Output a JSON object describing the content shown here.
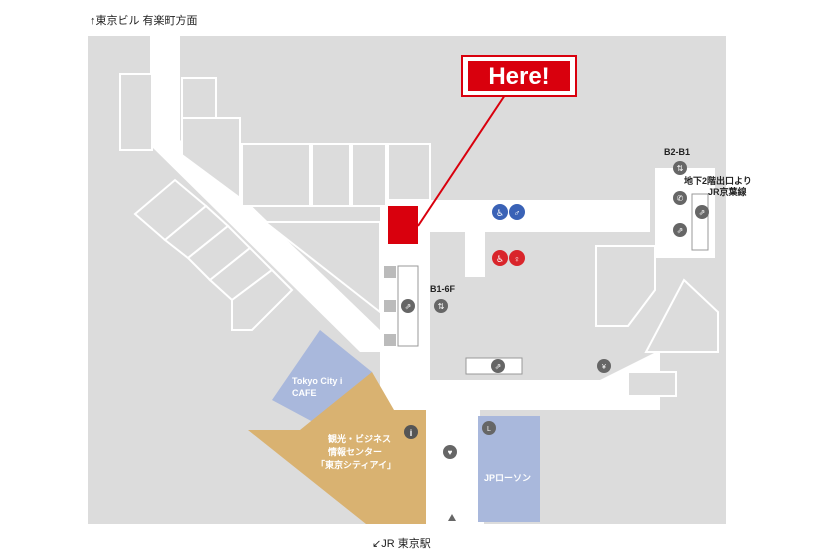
{
  "map": {
    "top_direction": "↑東京ビル 有楽町方面",
    "bottom_direction": "↙JR 東京駅",
    "here_label": "Here!",
    "labels": {
      "b2_b1": "B2-B1",
      "underground_line1": "地下2階出口より",
      "underground_line2": "JR京葉線",
      "b1_6f": "B1-6F",
      "cafe_line1": "Tokyo City i",
      "cafe_line2": "CAFE",
      "info_line1": "観光・ビジネス",
      "info_line2": "情報センター",
      "info_line3": "「東京シティアイ」",
      "lawson": "JPローソン"
    },
    "colors": {
      "floor": "#dcdcdc",
      "walkway": "#ffffff",
      "here": "#d9000d",
      "info_center": "#d9b271",
      "cafe_area": "#a9b8dc",
      "lawson_area": "#a9b8dc",
      "icon_gray": "#666666",
      "restroom_male": "#3a62b6",
      "restroom_female": "#d9252b"
    },
    "icons": [
      "elevator-icon",
      "escalator-icon",
      "phone-icon",
      "accessible-icon",
      "male-restroom-icon",
      "female-restroom-icon",
      "info-icon",
      "aed-icon",
      "atm-icon",
      "lawson-icon",
      "triangle-up-icon"
    ]
  }
}
